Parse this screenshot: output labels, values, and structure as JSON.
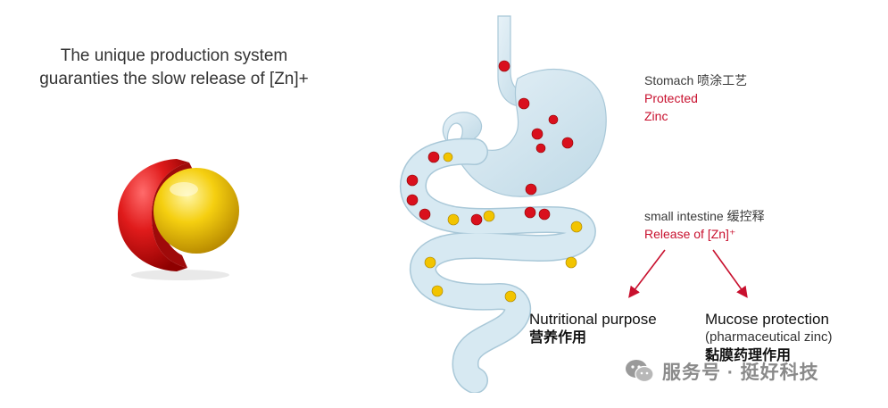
{
  "headline": {
    "line1": "The unique production system",
    "line2": "guaranties the slow release of [Zn]+"
  },
  "stomach": {
    "label": "Stomach 喷涂工艺",
    "line2": "Protected",
    "line3": "Zinc"
  },
  "intestine": {
    "label": "small intestine 缓控释",
    "release": "Release of [Zn]⁺"
  },
  "nutrition": {
    "title": "Nutritional purpose",
    "cn": "营养作用"
  },
  "mucose": {
    "title": "Mucose protection",
    "sub": "(pharmaceutical zinc)",
    "cn": "黏膜药理作用"
  },
  "watermark": {
    "icon": "wechat-icon",
    "text": "服务号 · 挺好科技"
  },
  "colors": {
    "red": "#c8102e",
    "yellow": "#f2c400",
    "tube": "#cfe3ee"
  }
}
